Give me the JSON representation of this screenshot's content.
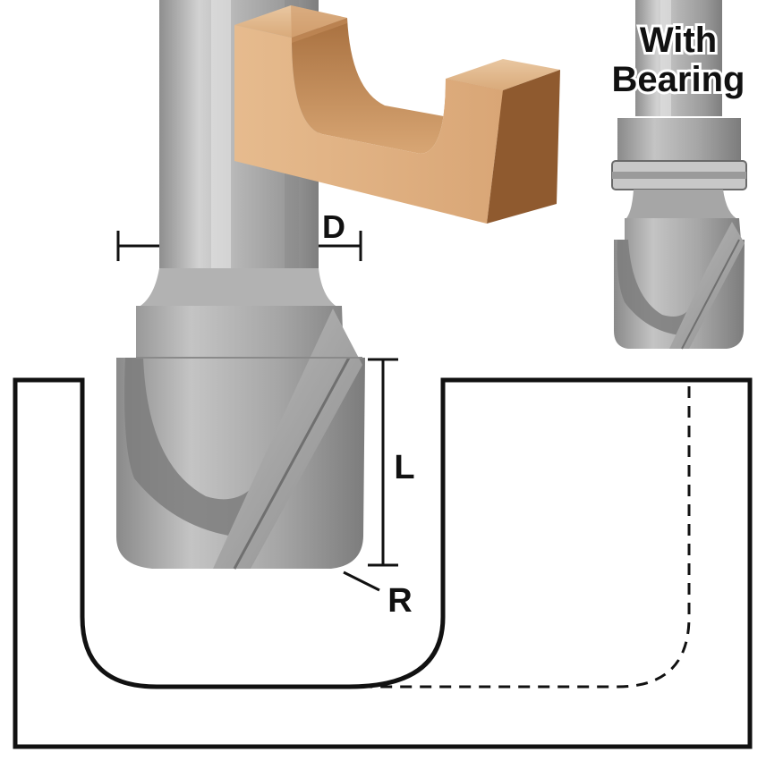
{
  "labels": {
    "diameter": "D",
    "length": "L",
    "radius": "R",
    "bearing_line1": "With",
    "bearing_line2": "Bearing"
  },
  "colors": {
    "outline": "#111111",
    "steel_light": "#cfcfcf",
    "steel_mid": "#a9a9a9",
    "steel_dark": "#7a7a7a",
    "wood_light": "#e2b98f",
    "wood_mid": "#c9925f",
    "wood_dark": "#8a5a33"
  },
  "icons": {
    "main_bit": "router-bit-illustration",
    "bearing_bit": "router-bit-with-bearing-illustration",
    "workpiece": "cove-cut-wood-block-illustration"
  }
}
